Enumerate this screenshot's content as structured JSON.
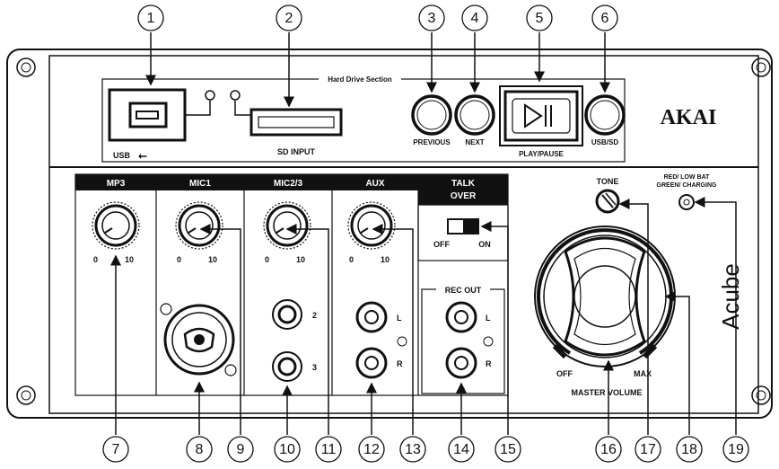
{
  "top": {
    "section_title": "Hard Drive Section",
    "usb_label": "USB",
    "sd_label": "SD INPUT",
    "previous_label": "PREVIOUS",
    "next_label": "NEXT",
    "play_label": "PLAY/PAUSE",
    "usbsd_label": "USB/SD",
    "brand": "AKAI"
  },
  "channels": {
    "mp3": "MP3",
    "mic1": "MIC1",
    "mic23": "MIC2/3",
    "aux": "AUX",
    "talk1": "TALK",
    "talk2": "OVER"
  },
  "scale": {
    "min": "0",
    "max": "10"
  },
  "switch": {
    "off": "OFF",
    "on": "ON"
  },
  "jacks": {
    "two": "2",
    "three": "3",
    "left": "L",
    "right": "R"
  },
  "rec_out": "REC OUT",
  "right_panel": {
    "tone": "TONE",
    "led1": "RED/ LOW BAT",
    "led2": "GREEN/ CHARGING",
    "off": "OFF",
    "max": "MAX",
    "master": "MASTER VOLUME",
    "brand2": "Acube"
  },
  "callouts": [
    "1",
    "2",
    "3",
    "4",
    "5",
    "6",
    "7",
    "8",
    "9",
    "10",
    "11",
    "12",
    "13",
    "14",
    "15",
    "16",
    "17",
    "18",
    "19"
  ]
}
